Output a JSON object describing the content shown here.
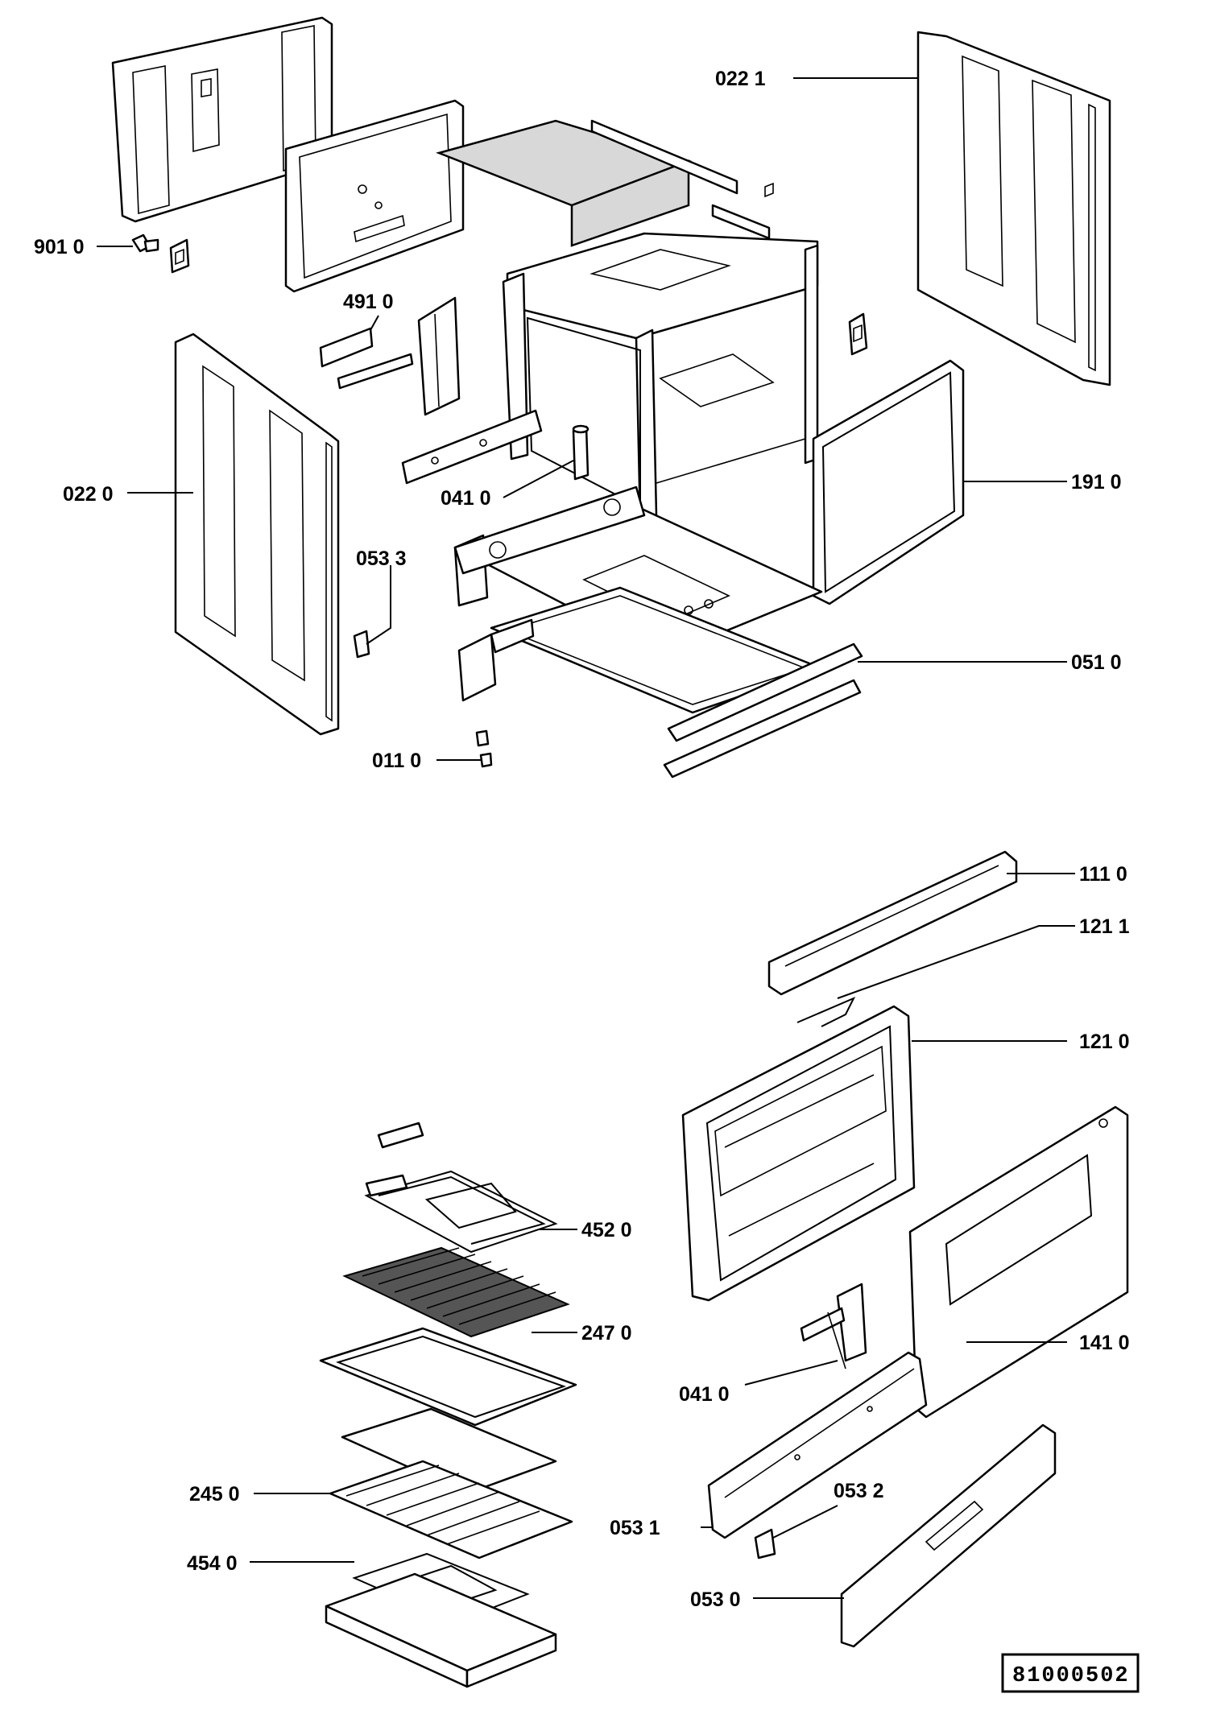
{
  "callouts": {
    "c0221": "022 1",
    "c9010": "901 0",
    "c4910": "491 0",
    "c0220": "022 0",
    "c0410_top": "041 0",
    "c1910": "191 0",
    "c0533": "053 3",
    "c0510": "051 0",
    "c0110": "011 0",
    "c1110": "111 0",
    "c1211": "121 1",
    "c1210": "121 0",
    "c4520": "452 0",
    "c2470": "247 0",
    "c1410": "141 0",
    "c0410_bottom": "041 0",
    "c2450": "245 0",
    "c0532": "053 2",
    "c4540": "454 0",
    "c0531": "053 1",
    "c0530": "053 0"
  },
  "drawing_code": "81000502"
}
